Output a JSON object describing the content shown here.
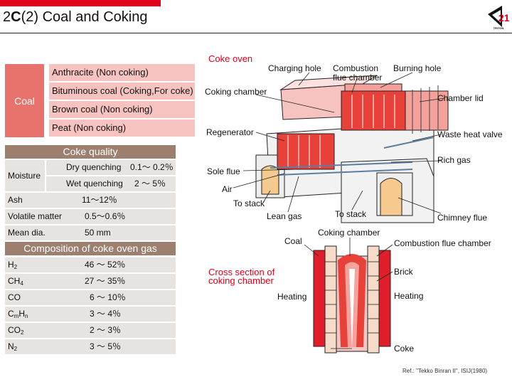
{
  "header": {
    "code_prefix": "2",
    "code_letter": "C",
    "code_suffix": "(2)",
    "title": "Coal and Coking"
  },
  "coal_table": {
    "label": "Coal",
    "rows": [
      "Anthracite (Non coking)",
      "Bituminous coal (Coking,For coke)",
      "Brown coal (Non coking)",
      "Peat (Non coking)"
    ]
  },
  "coke_quality": {
    "title": "Coke quality",
    "moisture_label": "Moisture",
    "dry_label": "Dry quenching",
    "dry_value": "0.1〜 0.2％",
    "wet_label": "Wet quenching",
    "wet_value": "2 〜 5％",
    "ash_label": "Ash",
    "ash_value": "11〜12％",
    "vm_label": "Volatile matter",
    "vm_value": "0.5〜0.6％",
    "dia_label": "Mean dia.",
    "dia_value": "50 mm"
  },
  "gas": {
    "title": "Composition of coke oven gas",
    "rows": [
      {
        "name": "H",
        "sub": "2",
        "value": "46 〜 52％"
      },
      {
        "name": "CH",
        "sub": "4",
        "value": "27 〜 35％"
      },
      {
        "name": "CO",
        "sub": "",
        "value": "6 〜 10％"
      },
      {
        "name": "C",
        "sub": "m",
        "name2": "H",
        "sub2": "n",
        "value": "3 〜 4％"
      },
      {
        "name": "CO",
        "sub": "2",
        "value": "2 〜 3％"
      },
      {
        "name": "N",
        "sub": "2",
        "value": "3 〜 5％"
      }
    ]
  },
  "coke_oven": {
    "title": "Coke oven",
    "labels": {
      "charging_hole": "Charging hole",
      "combustion_flue": "Combustion\nflue chamber",
      "burning_hole": "Burning hole",
      "coking_chamber": "Coking chamber",
      "chamber_lid": "Chamber lid",
      "regenerator": "Regenerator",
      "waste_heat_valve": "Waste heat valve",
      "rich_gas": "Rich gas",
      "sole_flue": "Sole flue",
      "air": "Air",
      "to_stack1": "To stack",
      "lean_gas": "Lean gas",
      "to_stack2": "To stack",
      "chimney_flue": "Chimney flue"
    }
  },
  "cross_section": {
    "title_line1": "Cross section of",
    "title_line2": "coking chamber",
    "labels": {
      "coking_chamber": "Coking chamber",
      "coal": "Coal",
      "combustion_flue": "Combustion flue chamber",
      "brick": "Brick",
      "heating_left": "Heating",
      "heating_right": "Heating",
      "coke": "Coke"
    }
  },
  "reference": "Ref.: \"Tekko Binran II\", ISIJ(1980)",
  "logo_text": "TRITON"
}
